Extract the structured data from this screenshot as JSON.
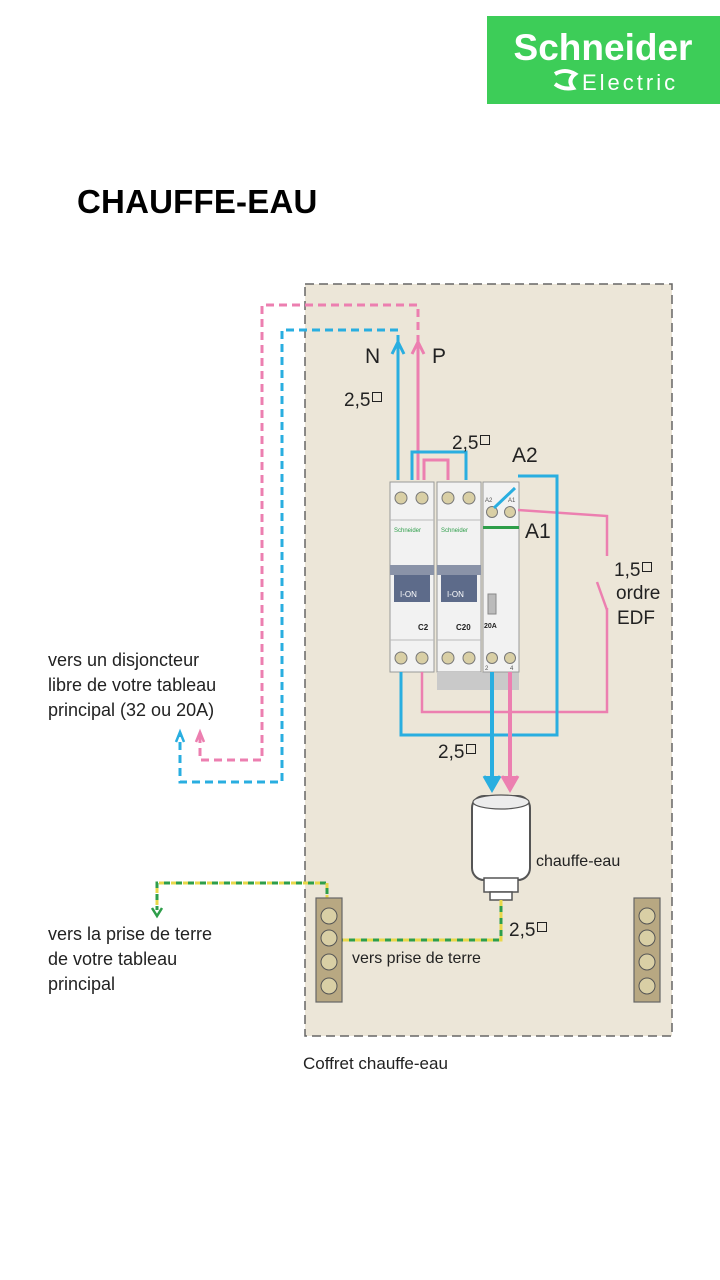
{
  "brand": {
    "name": "Schneider",
    "sub": "Electric",
    "color": "#3dcd58"
  },
  "title": "CHAUFFE-EAU",
  "labels": {
    "neutral": "N",
    "phase": "P",
    "section_in": "2,5",
    "section_bridge": "2,5",
    "section_out": "2,5",
    "section_earth": "2,5",
    "coil_a2": "A2",
    "coil_a1": "A1",
    "edf_section": "1,5",
    "edf_order_1": "ordre",
    "edf_order_2": "EDF",
    "heater": "chauffe-eau",
    "earth_local": "vers prise de terre",
    "box": "Coffret chauffe-eau"
  },
  "notes": {
    "breaker_1": "vers un disjoncteur",
    "breaker_2": "libre de votre tableau",
    "breaker_3": "principal (32 ou 20A)",
    "earth_1": "vers la prise de terre",
    "earth_2": "de votre tableau",
    "earth_3": "principal"
  },
  "devices": {
    "breaker_1_brand": "Schneider",
    "breaker_1_handle": "I-ON",
    "breaker_1_rating": "C2",
    "breaker_2_brand": "Schneider",
    "breaker_2_handle": "I-ON",
    "breaker_2_rating": "C20",
    "contactor_coil_a2": "A2",
    "contactor_coil_a1": "A1",
    "contactor_rating": "20A",
    "contactor_term_2": "2",
    "contactor_term_4": "4"
  },
  "colors": {
    "neutral": "#29aee0",
    "phase": "#ec7fb0",
    "earth_green": "#2e9e4a",
    "earth_yellow": "#e8d84a",
    "box_fill": "#ece6d8",
    "box_border": "#666666"
  }
}
